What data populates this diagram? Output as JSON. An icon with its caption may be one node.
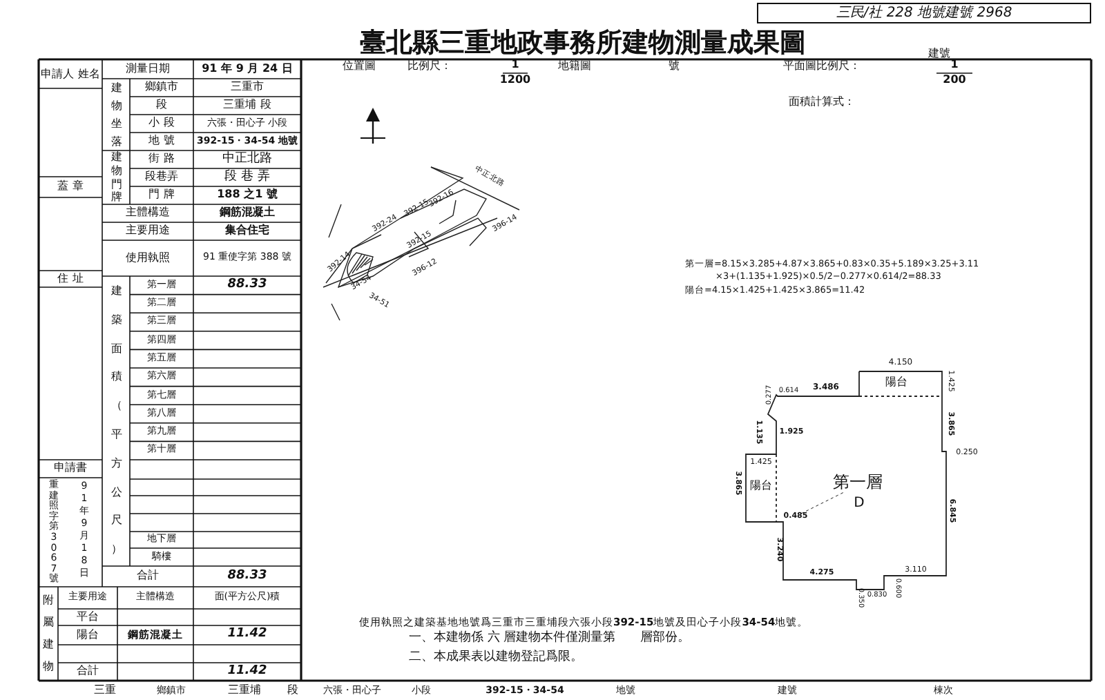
{
  "diagram": {
    "title": "臺北縣三重地政事務所建物測量成果圖",
    "labels": [
      "三民/社 228 地號建號 2968",
      "建號",
      "位置圖",
      "比例尺：",
      "1",
      "1200",
      "地籍圖",
      "號",
      "平面圖比例尺：",
      "1",
      "200",
      "面積計算式：",
      "申請人 姓名",
      "測量日期",
      "91 年 9 月 24 日",
      "建物坐落",
      "鄉鎮市",
      "三重市",
      "段",
      "三重埔 段",
      "小 段",
      "六張・田心子 小段",
      "地 號",
      "392-15・34-54 地號",
      "蓋 章",
      "建物門牌",
      "街 路",
      "中正北路",
      "段巷弄",
      "段 巷 弄",
      "門 牌",
      "188 之1 號",
      "主體構造",
      "鋼筋混凝土",
      "主要用途",
      "集合住宅",
      "使用執照",
      "91 重使字第 388 號",
      "住 址",
      "建築面積（平方公尺）",
      "第一層",
      "88.33",
      "第二層",
      "第三層",
      "第四層",
      "第五層",
      "第六層",
      "第七層",
      "第八層",
      "第九層",
      "第十層",
      "申請書",
      "重建照字第3067號",
      "91年9月18日",
      "地下層",
      "騎樓",
      "合計",
      "88.33",
      "附屬建物",
      "主要用途",
      "主體構造",
      "面(平方公尺)積",
      "平台",
      "陽台",
      "鋼筋混凝土",
      "11.42",
      "合計",
      "11.42",
      "中正北路",
      "392-15",
      "392-16",
      "392-24",
      "392-14",
      "396-14",
      "392-15",
      "396-12",
      "34-54",
      "34-51",
      "第一層=8.15×3.285+4.87×3.865+0.83×0.35+5.189×3.25+3.11",
      "×3+(1.135+1.925)×0.5/2−0.277×0.614/2=88.33",
      "陽台=4.15×1.425+1.425×3.865=11.42",
      "4.150",
      "陽台",
      "3.486",
      "0.277",
      "0.614",
      "1.425",
      "3.865",
      "0.250",
      "6.845",
      "1.135",
      "1.925",
      "1.425",
      "陽台",
      "3.865",
      "0.485",
      "第一層",
      "D",
      "3.240",
      "4.275",
      "3.110",
      "0.350",
      "0.830",
      "0.600",
      "使用執照之建築基地地號爲三重市三重埔段六張小段**392-15**地號及田心子小段**34-54**地號。",
      "一、本建物係 六 層建物本件僅測量第　　層部份。",
      "二、本成果表以建物登記爲限。",
      "三重",
      "鄉鎮市",
      "三重埔",
      "段",
      "六張・田心子",
      "小段",
      "392-15・34-54",
      "地號",
      "建號",
      "棟次"
    ]
  }
}
